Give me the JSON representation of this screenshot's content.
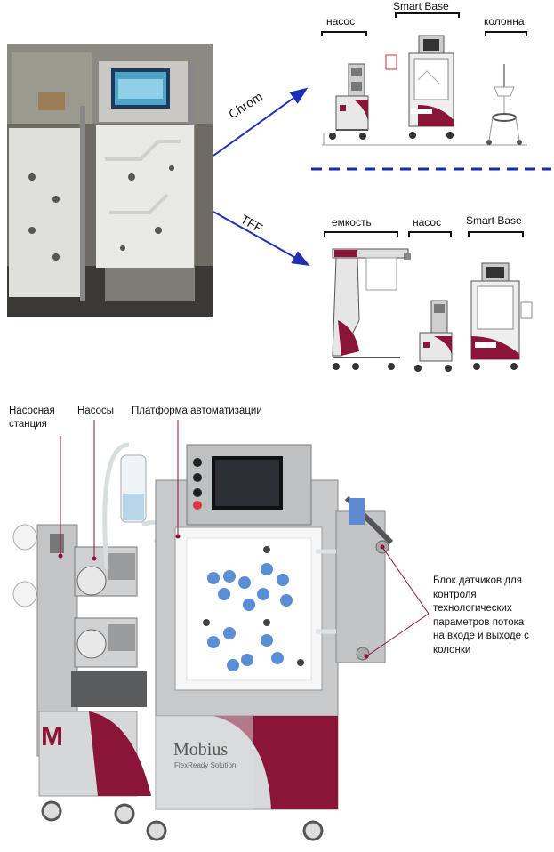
{
  "top": {
    "arrow_labels": {
      "chrom": "Chrom",
      "tff": "TFF"
    },
    "chrom_row": {
      "pump": "насос",
      "smart_base": "Smart Base",
      "column": "колонна"
    },
    "tff_row": {
      "tank": "емкость",
      "pump": "насос",
      "smart_base": "Smart Base"
    }
  },
  "bottom": {
    "callouts": {
      "pump_station": "Насосная\nстанция",
      "pumps": "Насосы",
      "automation_platform": "Платформа автоматизации",
      "sensor_block": "Блок датчиков для\nконтроля\nтехнологических\nпараметров потока\nна входе и выходе с\nколонки"
    },
    "brand": {
      "name": "Mobius",
      "tagline": "FlexReady Solution",
      "logo": "M"
    }
  },
  "colors": {
    "accent": "#8a1538",
    "arrow_blue": "#1f2fb0",
    "dash_blue": "#1a2aa8"
  }
}
